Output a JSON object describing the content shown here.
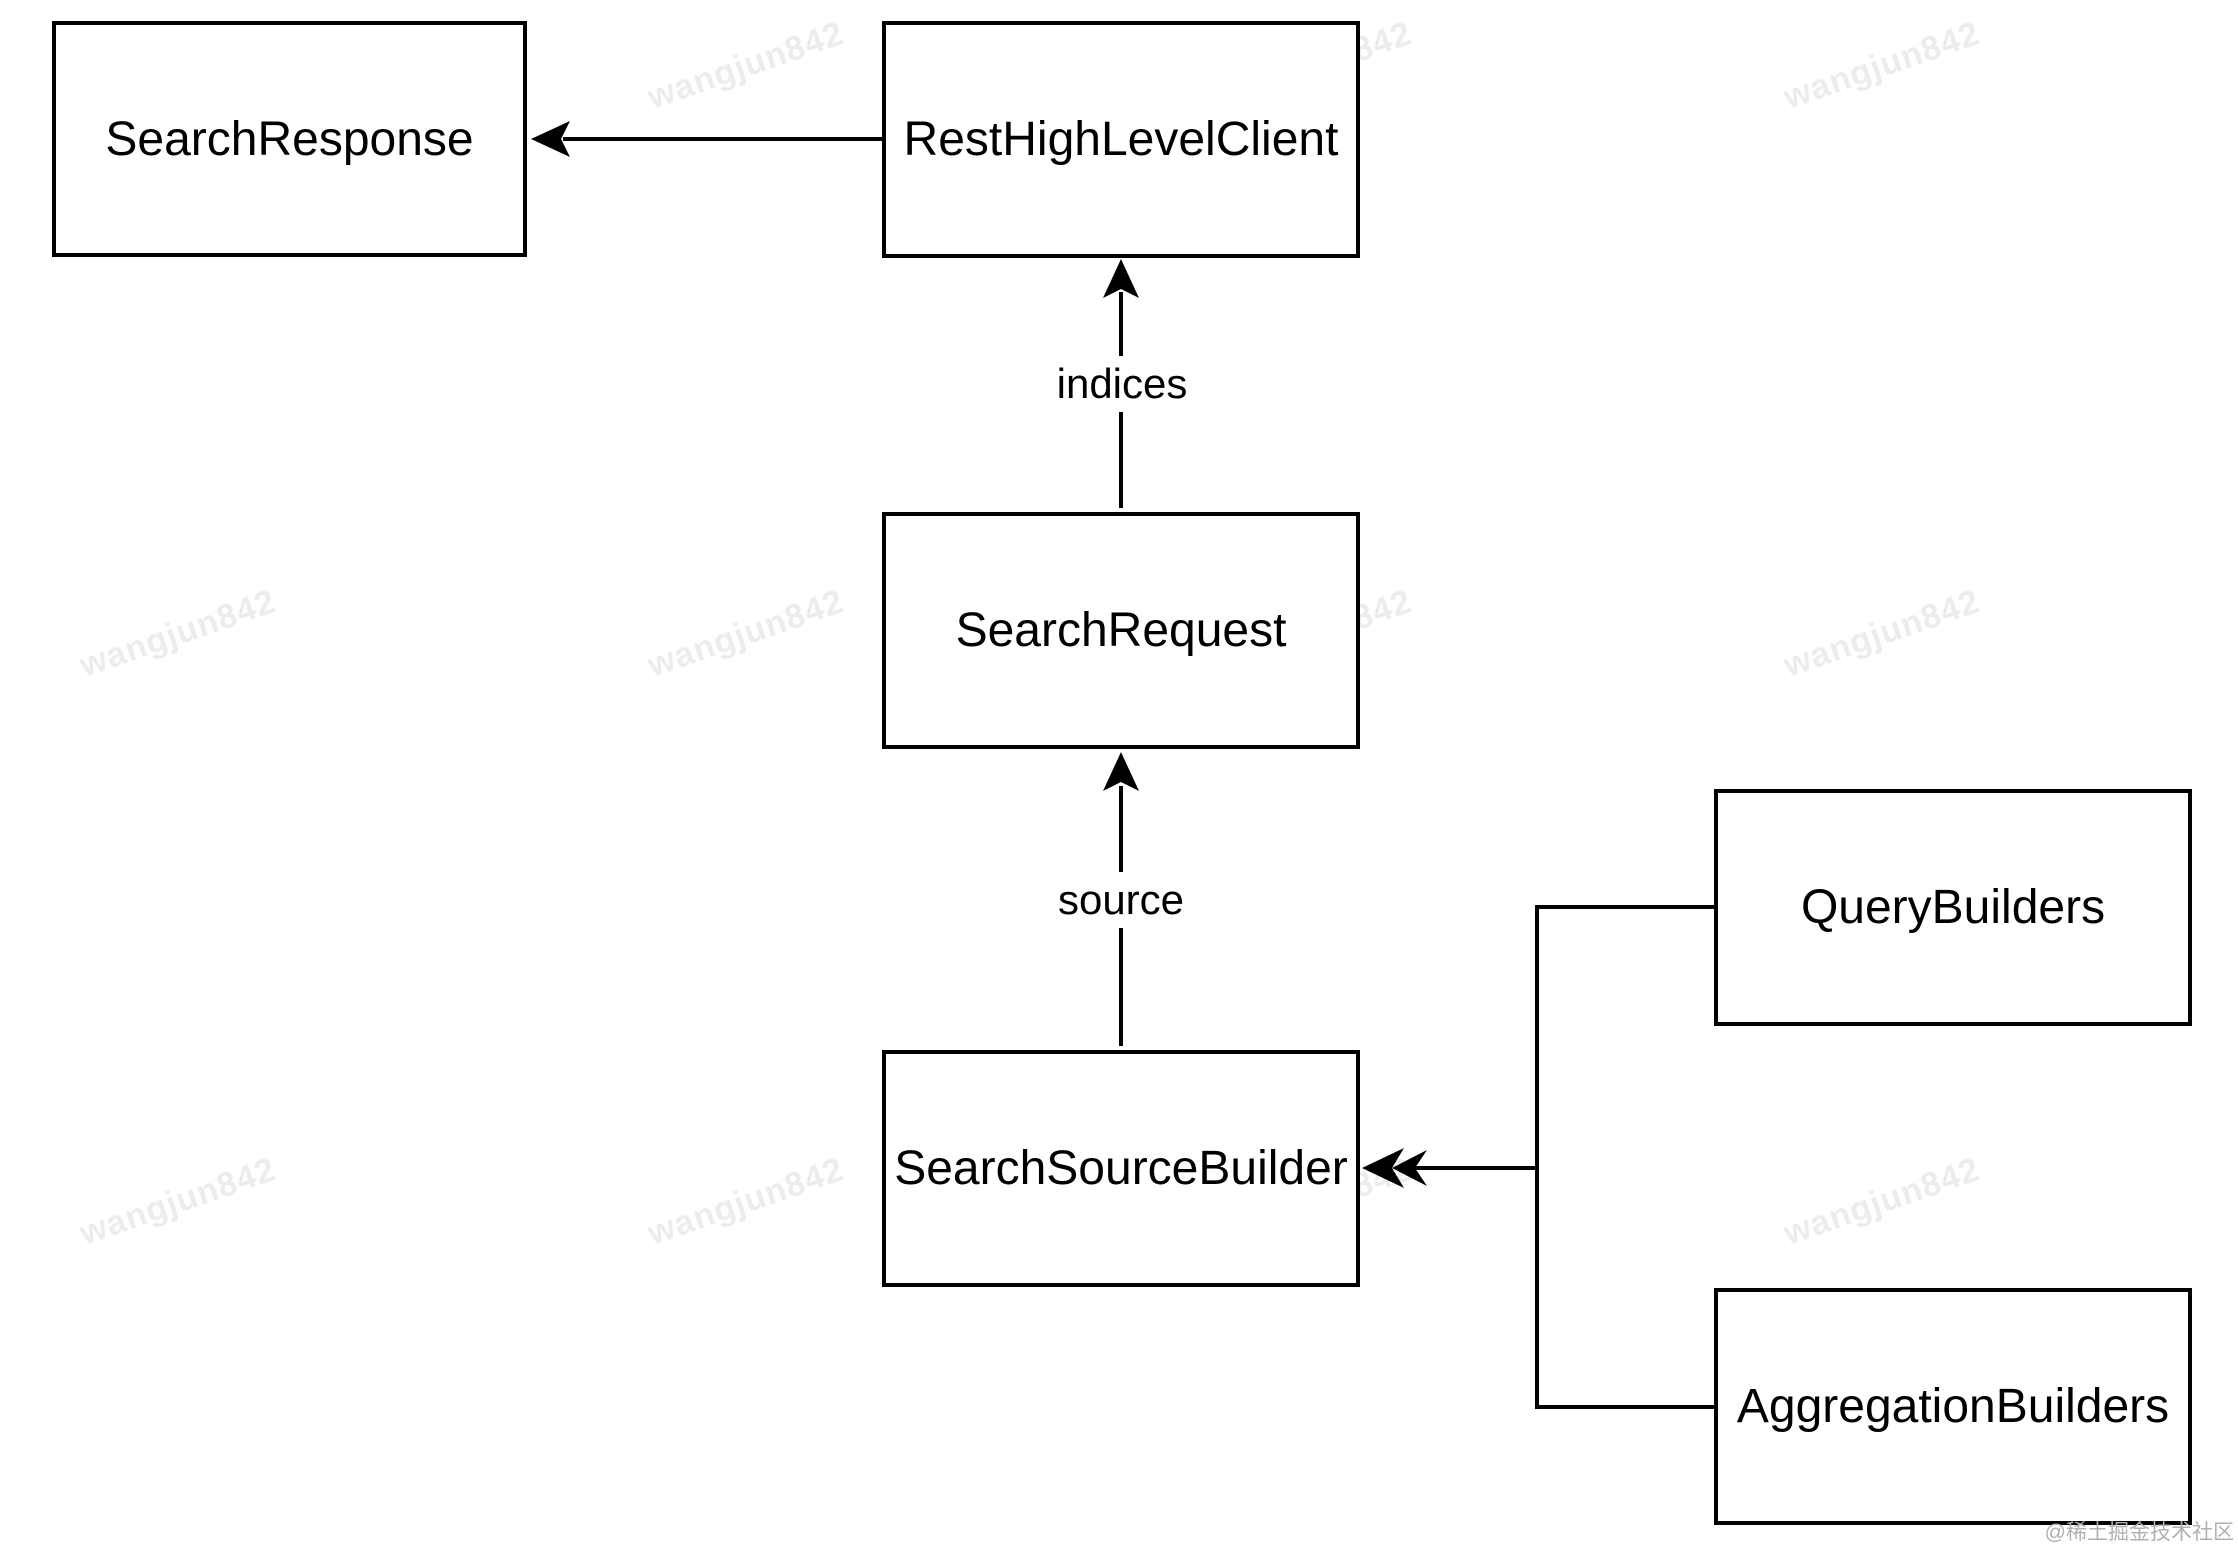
{
  "diagram": {
    "nodes": {
      "search_response": {
        "label": "SearchResponse"
      },
      "rest_client": {
        "label": "RestHighLevelClient"
      },
      "search_request": {
        "label": "SearchRequest"
      },
      "source_builder": {
        "label": "SearchSourceBuilder"
      },
      "query_builders": {
        "label": "QueryBuilders"
      },
      "agg_builders": {
        "label": "AggregationBuilders"
      }
    },
    "edges": [
      {
        "from": "RestHighLevelClient",
        "to": "SearchResponse",
        "label": "",
        "style": "arrow-left"
      },
      {
        "from": "SearchRequest",
        "to": "RestHighLevelClient",
        "label": "indices",
        "style": "arrow-up"
      },
      {
        "from": "SearchSourceBuilder",
        "to": "SearchRequest",
        "label": "source",
        "style": "arrow-up"
      },
      {
        "from": "QueryBuilders",
        "to": "SearchSourceBuilder",
        "label": "",
        "style": "bracket-double-chevron"
      },
      {
        "from": "AggregationBuilders",
        "to": "SearchSourceBuilder",
        "label": "",
        "style": "bracket-double-chevron"
      }
    ]
  },
  "watermark": {
    "text": "wangjun842"
  },
  "site_watermark": {
    "text": "@稀土掘金技术社区"
  },
  "colors": {
    "background": "#ffffff",
    "line": "#000000",
    "box_fill": "#ffffff",
    "text": "#000000",
    "watermark": "rgba(0,0,0,0.075)",
    "site_watermark": "#b0b0b0"
  }
}
